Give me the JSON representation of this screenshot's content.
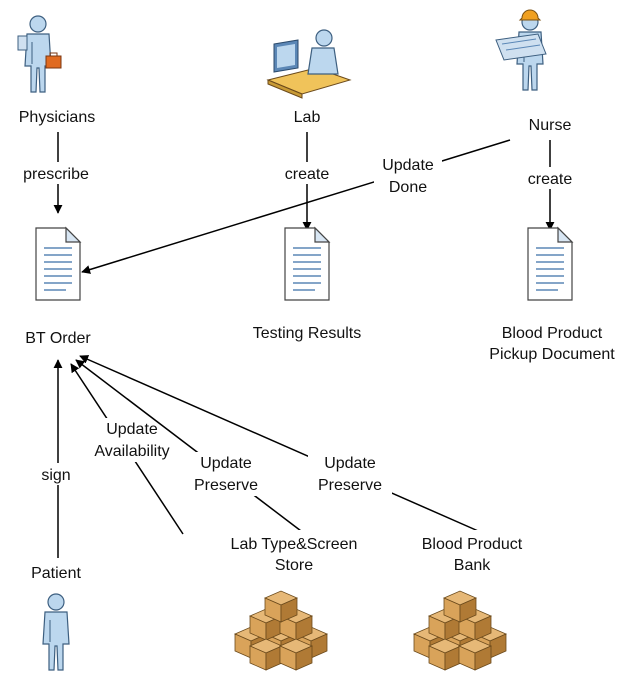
{
  "diagram": {
    "nodes": {
      "physicians": {
        "label": "Physicians",
        "icon": "physician-icon"
      },
      "lab": {
        "label": "Lab",
        "icon": "lab-worker-icon"
      },
      "nurse": {
        "label": "Nurse",
        "icon": "nurse-icon"
      },
      "bt_order": {
        "label": "BT Order",
        "icon": "document-icon"
      },
      "testing_results": {
        "label": "Testing Results",
        "icon": "document-icon"
      },
      "pickup_doc": {
        "label_line1": "Blood Product",
        "label_line2": "Pickup Document",
        "icon": "document-icon"
      },
      "patient": {
        "label": "Patient",
        "icon": "person-icon"
      },
      "lab_store": {
        "label_line1": "Lab Type&Screen",
        "label_line2": "Store",
        "icon": "boxes-icon"
      },
      "blood_bank": {
        "label_line1": "Blood Product",
        "label_line2": "Bank",
        "icon": "boxes-icon"
      }
    },
    "edges": {
      "prescribe": {
        "label": "prescribe"
      },
      "lab_create": {
        "label": "create"
      },
      "nurse_create": {
        "label": "create"
      },
      "update_done": {
        "label_line1": "Update",
        "label_line2": "Done"
      },
      "sign": {
        "label": "sign"
      },
      "update_availability": {
        "label_line1": "Update",
        "label_line2": "Availability"
      },
      "update_preserve_store": {
        "label_line1": "Update",
        "label_line2": "Preserve"
      },
      "update_preserve_bank": {
        "label_line1": "Update",
        "label_line2": "Preserve"
      }
    },
    "colors": {
      "person_skin": "#bcd7ee",
      "person_outline": "#3d5f80",
      "hardhat": "#f0a020",
      "briefcase": "#e06a20",
      "box": "#d9a35a",
      "box_dark": "#b07a35",
      "document_lines": "#5b87b6"
    }
  }
}
